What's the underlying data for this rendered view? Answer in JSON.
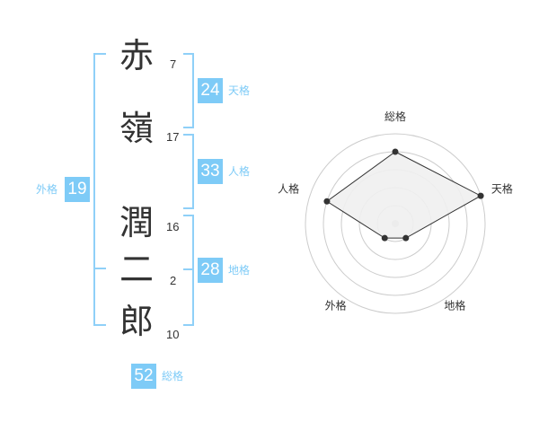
{
  "name": [
    {
      "char": "赤",
      "strokes": "7"
    },
    {
      "char": "嶺",
      "strokes": "17"
    },
    {
      "char": "潤",
      "strokes": "16"
    },
    {
      "char": "二",
      "strokes": "2"
    },
    {
      "char": "郎",
      "strokes": "10"
    }
  ],
  "kaku": {
    "tenkaku": {
      "label": "天格",
      "value": "24"
    },
    "jinkaku": {
      "label": "人格",
      "value": "33"
    },
    "chikaku": {
      "label": "地格",
      "value": "28"
    },
    "gaikaku": {
      "label": "外格",
      "value": "19"
    },
    "soukaku": {
      "label": "総格",
      "value": "52"
    }
  },
  "chart_data": {
    "type": "radar",
    "axes": [
      "総格",
      "天格",
      "地格",
      "外格",
      "人格"
    ],
    "values": [
      4,
      5,
      1,
      1,
      4
    ],
    "range": [
      0,
      5
    ],
    "rings": 5,
    "colors": {
      "fill": "#f0f0f0",
      "line": "#333333",
      "grid": "#cccccc",
      "accent": "#7ecbf7"
    }
  }
}
